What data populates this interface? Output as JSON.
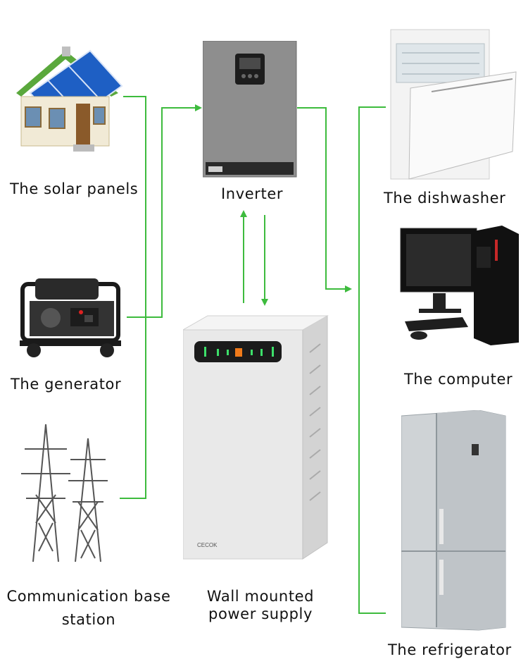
{
  "labels": {
    "solar": "The solar panels",
    "generator": "The generator",
    "station_line1": "Communication base",
    "station_line2": "station",
    "inverter": "Inverter",
    "battery_line1": "Wall mounted",
    "battery_line2": "power supply",
    "dishwasher": "The dishwasher",
    "computer": "The computer",
    "refrigerator": "The refrigerator"
  },
  "battery_brand": "CECOK",
  "colors": {
    "connector": "#3dbb3d",
    "panel_blue": "#1e5fc4",
    "roof_green": "#5aa83c"
  },
  "icons": [
    "house-solar-icon",
    "generator-icon",
    "pylon-icon",
    "inverter-icon",
    "battery-icon",
    "dishwasher-icon",
    "computer-icon",
    "refrigerator-icon"
  ]
}
